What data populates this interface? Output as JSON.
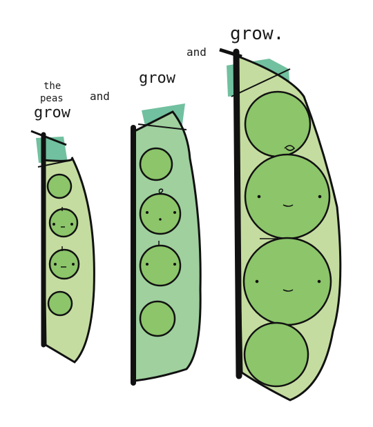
{
  "text": {
    "small_pod_line1": "the",
    "small_pod_line2": "peas",
    "small_pod_line3": "grow",
    "and_1": "and",
    "middle_pod_word": "grow",
    "and_2": "and",
    "large_pod_word": "grow."
  },
  "colors": {
    "background": "#ffffff",
    "pod_small": "#c5dca0",
    "pod_middle": "#9fd09e",
    "pod_large": "#c5dca0",
    "pea": "#8cc56a",
    "pea_highlight": "#e4d86a",
    "stem": "#58b58e",
    "outline": "#111111"
  },
  "pods": [
    {
      "name": "small-pod",
      "peas": 4
    },
    {
      "name": "middle-pod",
      "peas": 4
    },
    {
      "name": "large-pod",
      "peas": 4
    }
  ]
}
